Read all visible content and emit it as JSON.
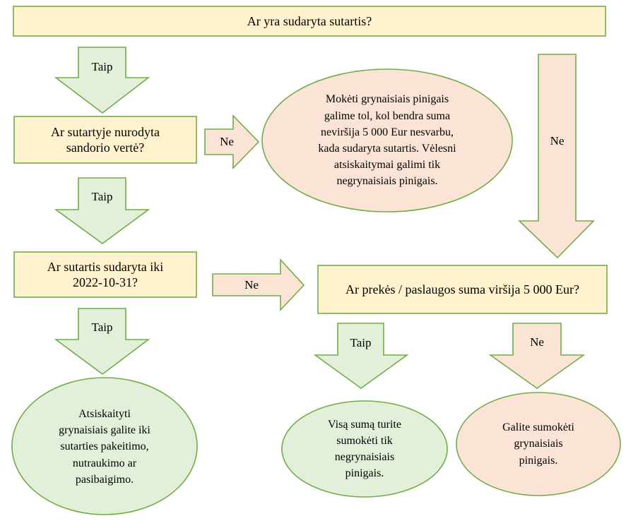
{
  "colors": {
    "box_fill": "#FFF2CC",
    "green_fill": "#E2EFD9",
    "pink_fill": "#FBE4D5",
    "outline": "#70AD47"
  },
  "nodes": {
    "q_contract_signed": "Ar yra sudaryta sutartis?",
    "q_value_specified": "Ar sutartyje nurodyta\nsandorio vertė?",
    "q_date_before": "Ar sutartis sudaryta iki\n2022-10-31?",
    "q_amount_exceeds": "Ar prekės / paslaugos suma viršija 5 000 Eur?",
    "r_cash_until_total": "Mokėti grynaisiais pinigais\ngalime tol, kol bendra suma\nneviršija 5 000 Eur nesvarbu,\nkada sudaryta sutartis. Vėlesni\natsiskaitymai galimi tik\nnegrynaisiais pinigais.",
    "r_cash_until_change": "Atsiskaityti\ngrynaisiais galite iki\nsutarties pakeitimo,\nnutraukimo ar\npasibaigimo.",
    "r_full_noncash": "Visą sumą turite\nsumokėti tik\nnegrynaisiais\npinigais.",
    "r_pay_cash": "Galite sumokėti\ngrynaisiais\npinigais."
  },
  "arrows": {
    "yes_1": "Taip",
    "yes_2": "Taip",
    "yes_3": "Taip",
    "yes_4": "Taip",
    "no_1": "Ne",
    "no_2": "Ne",
    "no_3": "Ne",
    "no_4": "Ne"
  }
}
